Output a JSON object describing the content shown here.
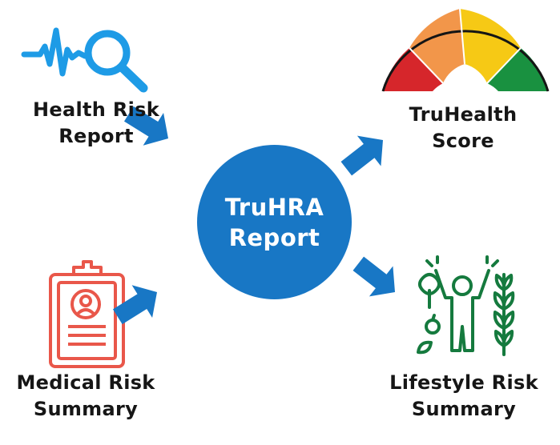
{
  "center": {
    "line1": "TruHRA",
    "line2": "Report"
  },
  "nodes": {
    "health_risk_report": {
      "line1": "Health Risk",
      "line2": "Report",
      "icon": "heartbeat-magnifier-icon"
    },
    "truhealth_score": {
      "line1": "TruHealth",
      "line2": "Score",
      "icon": "gauge-icon"
    },
    "medical_risk_summary": {
      "line1": "Medical Risk",
      "line2": "Summary",
      "icon": "clipboard-profile-icon"
    },
    "lifestyle_risk_summary": {
      "line1": "Lifestyle Risk",
      "line2": "Summary",
      "icon": "lifestyle-person-plants-icon"
    }
  },
  "colors": {
    "hub": "#1877c5",
    "arrow": "#1877c5",
    "pulse_icon": "#1e9be6",
    "gauge_red": "#d6262b",
    "gauge_orange": "#f2964a",
    "gauge_yellow": "#f6c915",
    "gauge_green": "#199140",
    "clipboard": "#e9574a",
    "lifestyle": "#157a3e",
    "text": "#161616"
  }
}
